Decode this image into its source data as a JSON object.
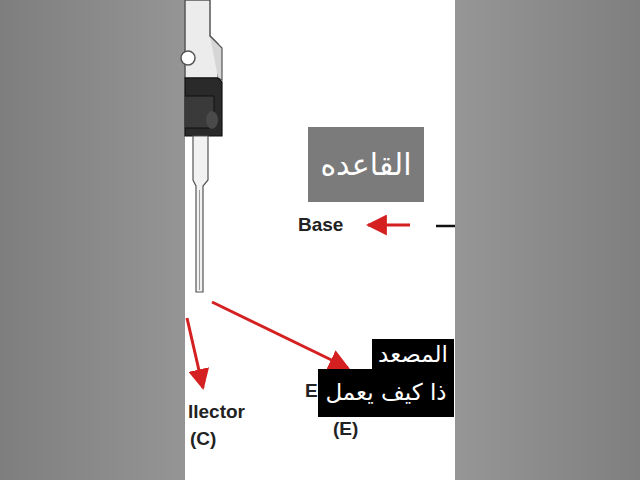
{
  "diagram": {
    "nodes": [
      {
        "text": [
          "القاعده"
        ]
      },
      {
        "text": [
          "المصعد"
        ]
      },
      {
        "text": [
          "ذا كيف يعمل"
        ]
      }
    ],
    "labels": [
      "Base",
      "llector",
      "(C)",
      "E",
      "(E)"
    ]
  }
}
